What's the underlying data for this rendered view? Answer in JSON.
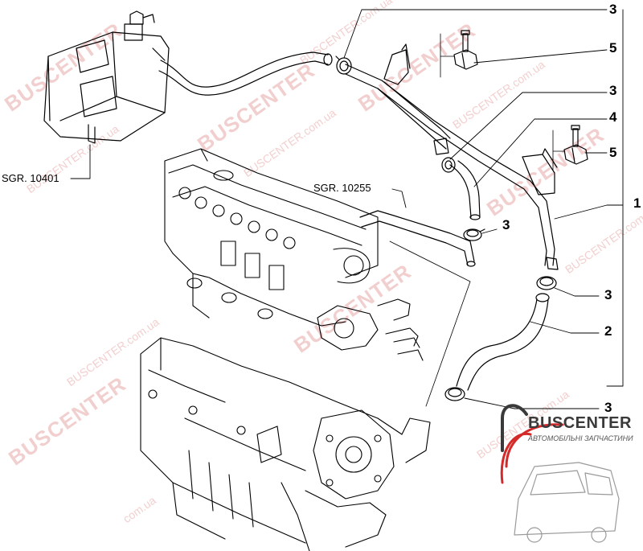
{
  "labels": {
    "n1": "1",
    "n2": "2",
    "n3a": "3",
    "n3b": "3",
    "n3c": "3",
    "n3d": "3",
    "n3e": "3",
    "n4": "4",
    "n5a": "5",
    "n5b": "5",
    "ref_expansion": "SGR. 10401",
    "ref_engine": "SGR. 10255"
  },
  "watermark": {
    "brand": "BUSCENTER",
    "domain": "BUSCENTER.com.ua",
    "domain_short": "com.ua"
  },
  "logo": {
    "name": "BUSCENTER",
    "tagline": "АВТОМОБІЛЬНІ ЗАПЧАСТИНИ"
  },
  "colors": {
    "line": "#000000",
    "watermark": "#e8a8a8",
    "logo_red": "#d42a2a",
    "logo_gray": "#3a3a3a"
  }
}
